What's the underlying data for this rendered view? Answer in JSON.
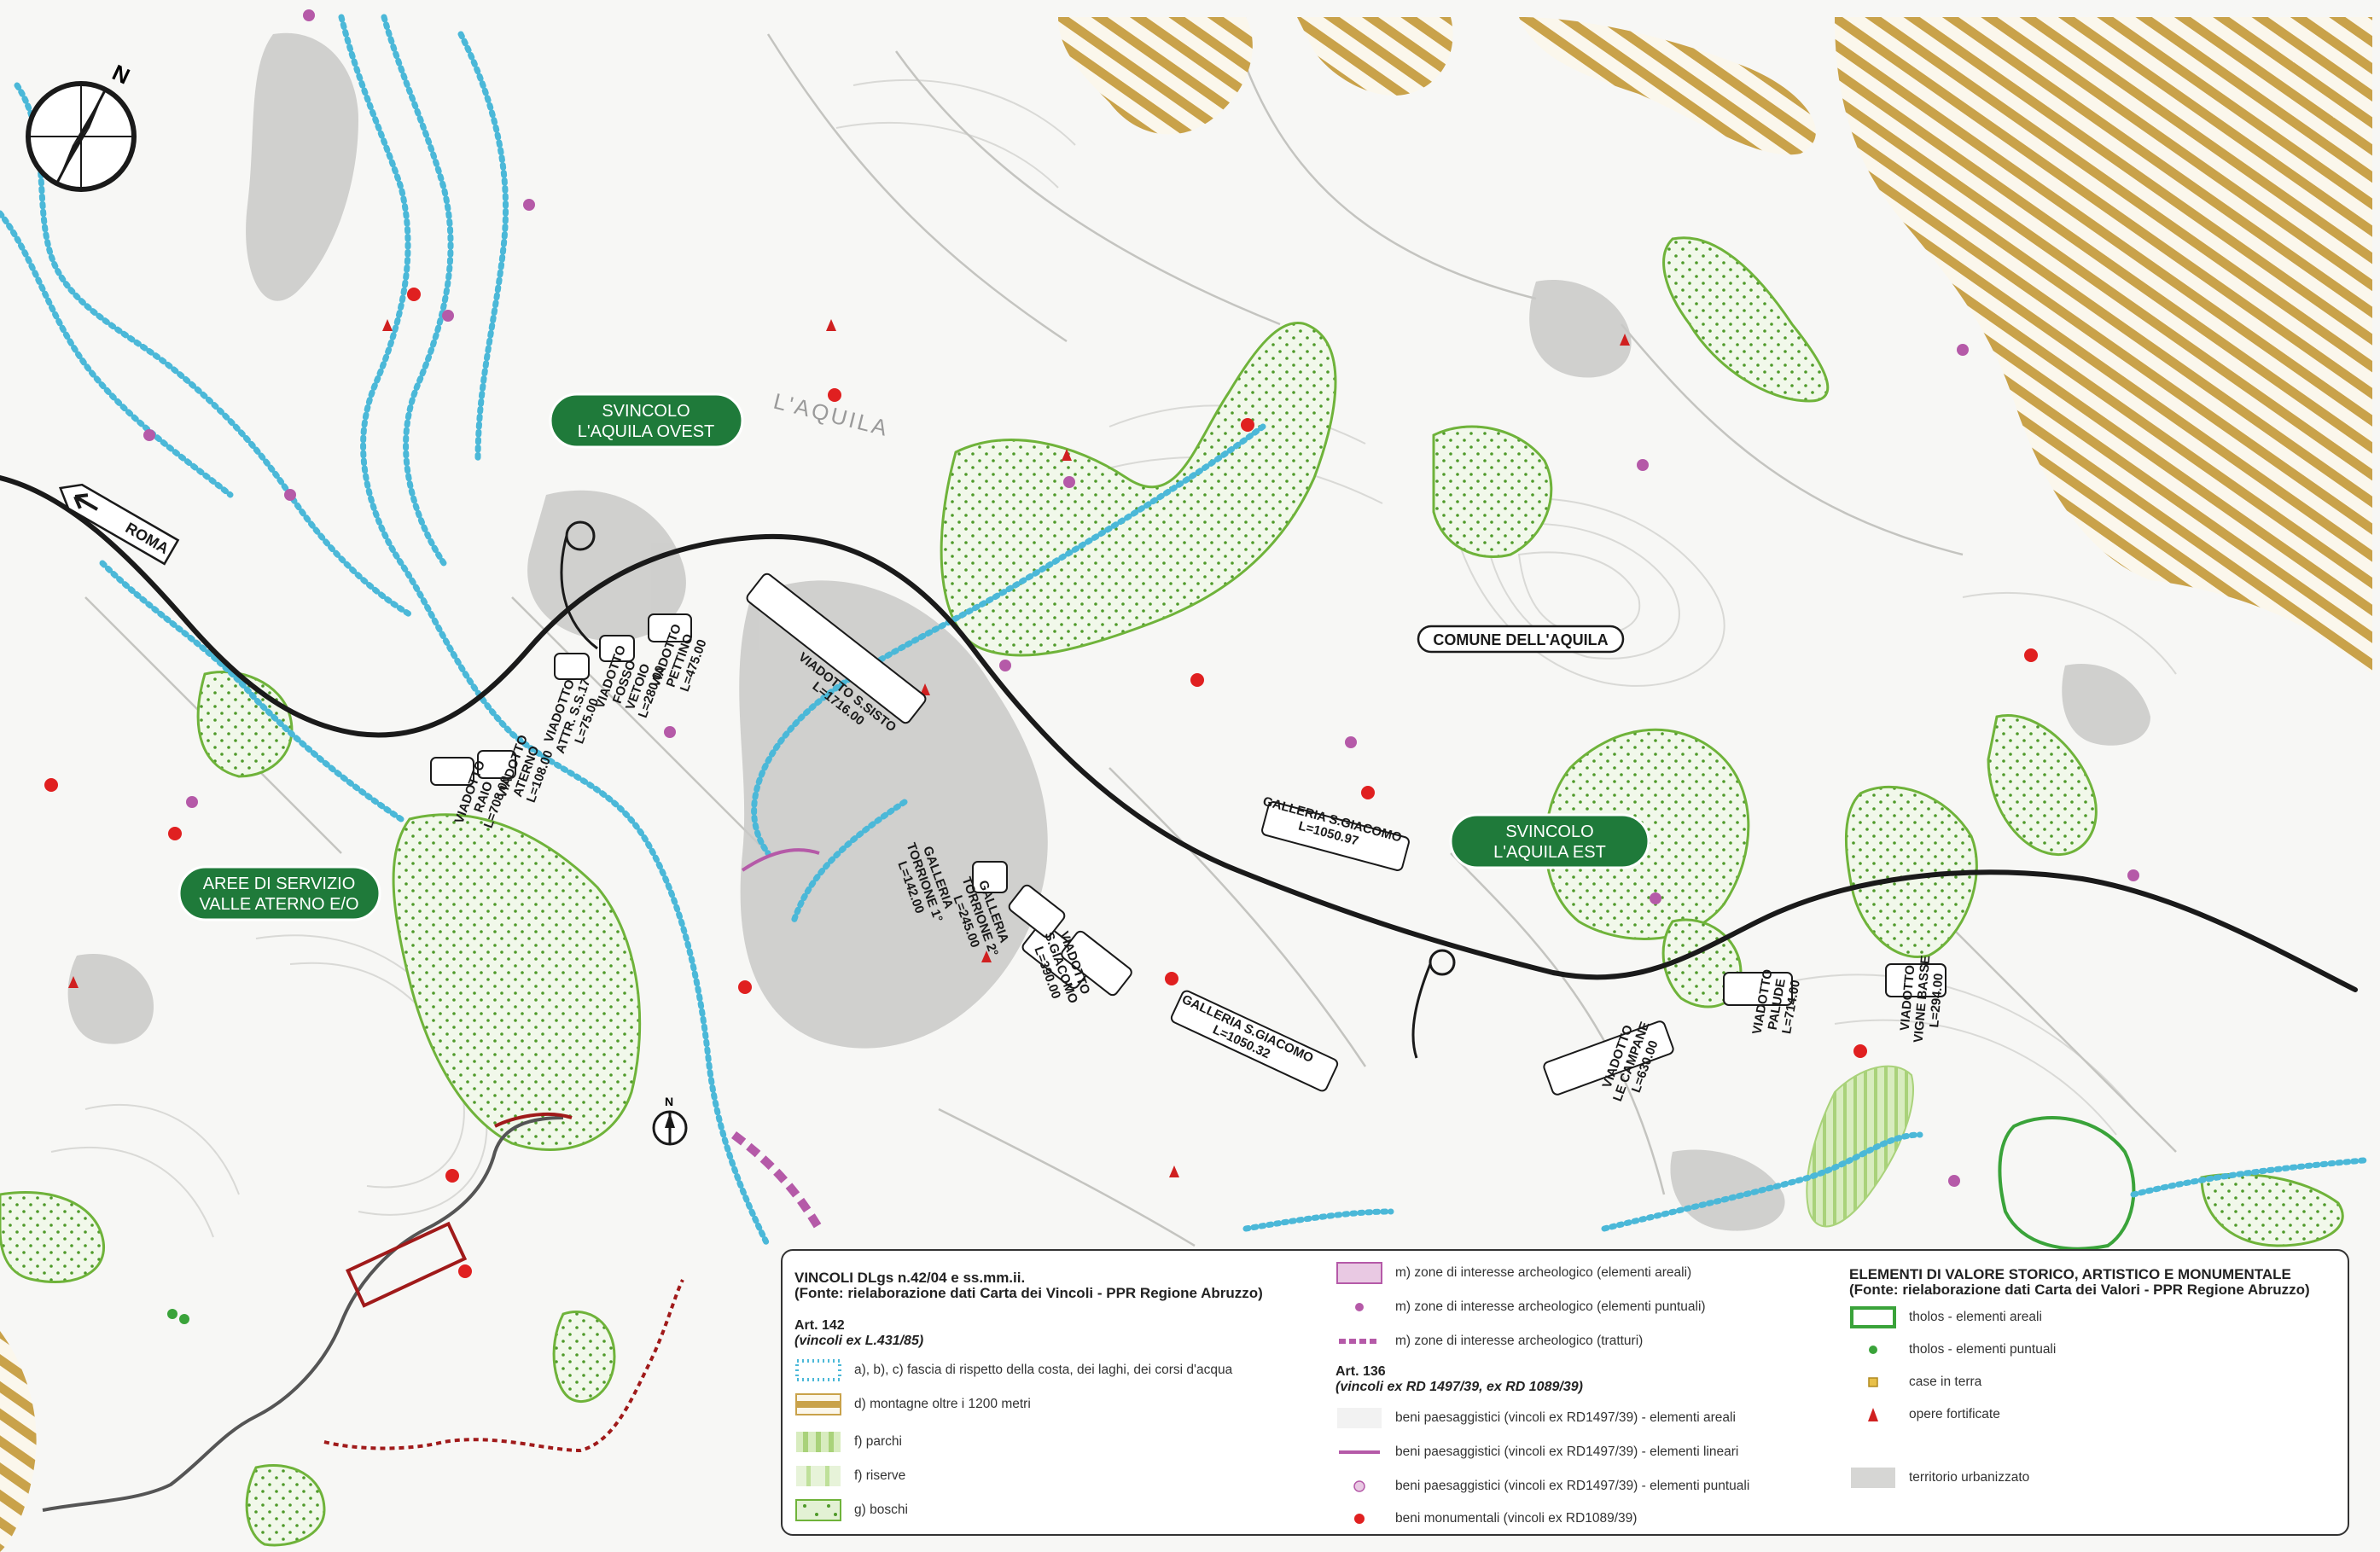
{
  "labels": {
    "svincolo_ovest": [
      "SVINCOLO",
      "L'AQUILA OVEST"
    ],
    "svincolo_est": [
      "SVINCOLO",
      "L'AQUILA EST"
    ],
    "aree_servizio": [
      "AREE DI SERVIZIO",
      "VALLE ATERNO E/O"
    ],
    "comune": "COMUNE DELL'AQUILA",
    "roma": "ROMA",
    "laquila": "L'AQUILA",
    "north": "N"
  },
  "structures": [
    {
      "name": "viadotto-raio",
      "lines": [
        "VIADOTTO",
        "RAIO",
        "L=708.00"
      ]
    },
    {
      "name": "viadotto-aterno",
      "lines": [
        "VIADOTTO",
        "ATERNO",
        "L=108.00"
      ]
    },
    {
      "name": "viadotto-attr-ss17",
      "lines": [
        "VIADOTTO",
        "ATTR. S.S.17",
        "L=75.00"
      ]
    },
    {
      "name": "viadotto-fosso-vetoio",
      "lines": [
        "VIADOTTO",
        "FOSSO",
        "VETOIO",
        "L=280.00"
      ]
    },
    {
      "name": "viadotto-pettino",
      "lines": [
        "VIADOTTO",
        "PETTINO",
        "L=475.00"
      ]
    },
    {
      "name": "viadotto-s-sisto",
      "lines": [
        "VIADOTTO S.SISTO",
        "L=1716.00"
      ]
    },
    {
      "name": "galleria-torrione-1",
      "lines": [
        "GALLERIA",
        "TORRIONE 1°",
        "L=142.00"
      ]
    },
    {
      "name": "galleria-torrione-2",
      "lines": [
        "GALLERIA",
        "TORRIONE 2°",
        "L=245.00"
      ]
    },
    {
      "name": "viadotto-s-giacomo",
      "lines": [
        "VIADOTTO",
        "S.GIACOMO",
        "L=390.00"
      ]
    },
    {
      "name": "galleria-s-giacomo-north",
      "lines": [
        "GALLERIA S.GIACOMO",
        "L=1050.97"
      ]
    },
    {
      "name": "galleria-s-giacomo-south",
      "lines": [
        "GALLERIA S.GIACOMO",
        "L=1050.32"
      ]
    },
    {
      "name": "viadotto-le-campane",
      "lines": [
        "VIADOTTO",
        "LE CAMPANE",
        "L=630.00"
      ]
    },
    {
      "name": "viadotto-palude",
      "lines": [
        "VIADOTTO",
        "PALUDE",
        "L=714.00"
      ]
    },
    {
      "name": "viadotto-vigne-basse",
      "lines": [
        "VIADOTTO",
        "VIGNE BASSE",
        "L=294.00"
      ]
    }
  ],
  "legend": {
    "vincoli_title": "VINCOLI DLgs n.42/04 e ss.mm.ii.",
    "vincoli_source": "(Fonte: rielaborazione dati Carta dei Vincoli - PPR Regione Abruzzo)",
    "art142": "Art. 142",
    "art142_sub": "(vincoli ex L.431/85)",
    "art142_items": [
      "a), b), c) fascia di rispetto della costa, dei laghi, dei corsi d'acqua",
      "d) montagne oltre i 1200 metri",
      "f) parchi",
      "f) riserve",
      "g) boschi"
    ],
    "m_items": [
      "m) zone di interesse archeologico (elementi areali)",
      "m) zone di interesse archeologico (elementi puntuali)",
      "m) zone di interesse archeologico (tratturi)"
    ],
    "art136": "Art. 136",
    "art136_sub": "(vincoli ex RD 1497/39, ex RD 1089/39)",
    "art136_items": [
      "beni paesaggistici (vincoli ex RD1497/39) - elementi areali",
      "beni paesaggistici (vincoli ex RD1497/39) - elementi lineari",
      "beni paesaggistici (vincoli ex RD1497/39) - elementi puntuali",
      "beni monumentali (vincoli ex RD1089/39)"
    ],
    "elementi_title": "ELEMENTI DI VALORE STORICO, ARTISTICO E MONUMENTALE",
    "elementi_source": "(Fonte: rielaborazione dati Carta dei Valori - PPR Regione Abruzzo)",
    "elementi_items": [
      "tholos - elementi areali",
      "tholos - elementi puntuali",
      "case in terra",
      "opere fortificate",
      "territorio urbanizzato"
    ]
  },
  "colors": {
    "water": "#4bb8d8",
    "mountain": "#c9a24a",
    "forest": "#6fb33a",
    "route": "#1a1a1a",
    "badge": "#1f7a3a",
    "archeo": "#b55aa8",
    "monument": "#e02020",
    "tholos": "#3aa33a"
  }
}
